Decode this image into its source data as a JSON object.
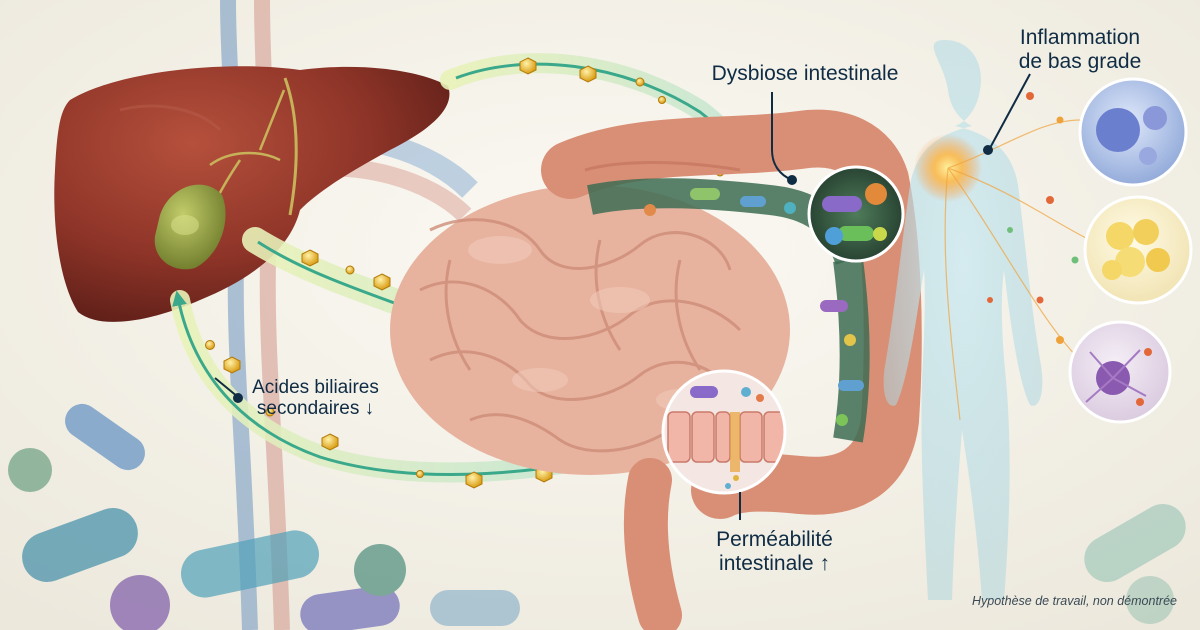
{
  "labels": {
    "dysbiosis": "Dysbiose intestinale",
    "inflammation": [
      "Inflammation",
      "de bas grade"
    ],
    "bile_acids": [
      "Acides biliaires",
      "secondaires ↓"
    ],
    "permeability": [
      "Perméabilité",
      "intestinale ↑"
    ]
  },
  "footnote": "Hypothèse de travail, non démontrée",
  "colors": {
    "liver": "#8e3428",
    "gallbladder": "#8a9a3a",
    "intestine": "#e7b39f",
    "colon": "#d98f76",
    "bile_acid_particle": "#e8b21c",
    "flow_arrow": "#3aa88a",
    "label_text": "#0f2c44",
    "inflammation_focus": "#ff9a2a"
  }
}
